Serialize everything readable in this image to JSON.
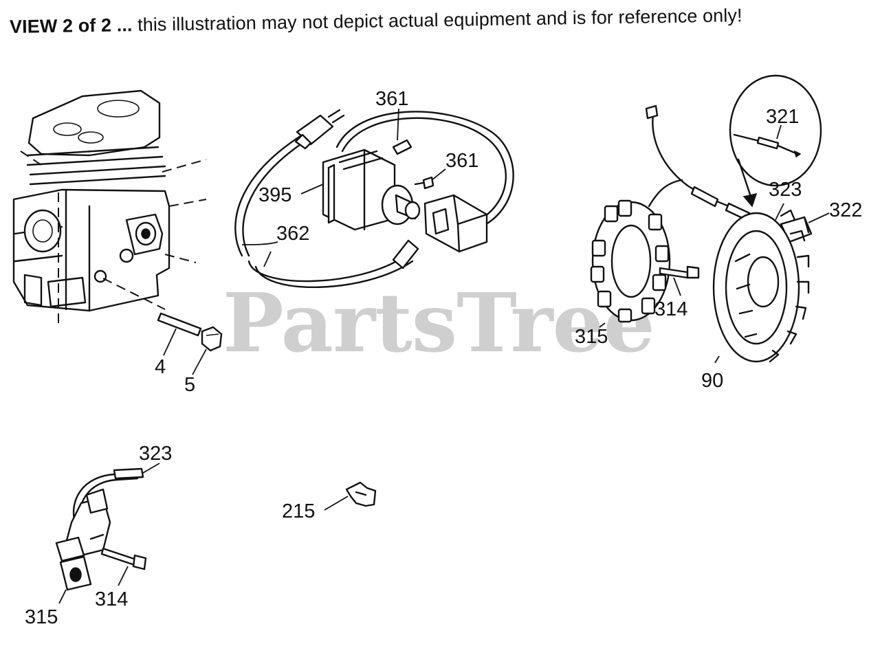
{
  "header": {
    "bold_text": "VIEW 2 of 2 ...",
    "rest_text": " this illustration may not depict actual equipment and is for reference only!"
  },
  "watermark": "PartsTree",
  "callouts": {
    "c361a": "361",
    "c361b": "361",
    "c395": "395",
    "c362": "362",
    "c4": "4",
    "c5": "5",
    "c321": "321",
    "c323a": "323",
    "c322": "322",
    "c314a": "314",
    "c315a": "315",
    "c90": "90",
    "c323b": "323",
    "c215": "215",
    "c314b": "314",
    "c315b": "315"
  },
  "colors": {
    "ink": "#111111",
    "watermark": "#cfcfcf",
    "background": "#ffffff"
  }
}
